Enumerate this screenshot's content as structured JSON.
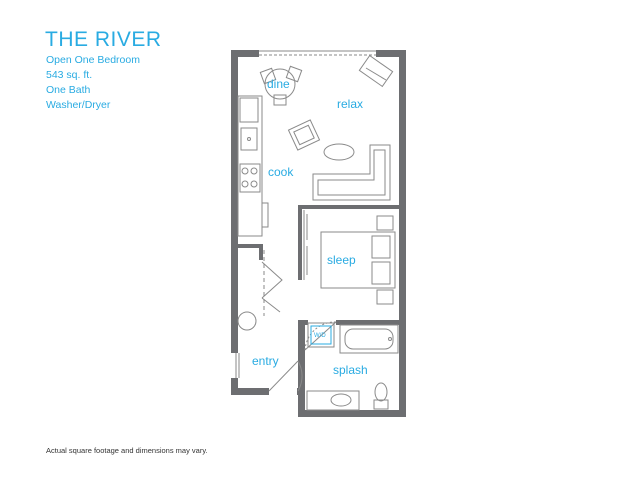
{
  "header": {
    "title": "THE RIVER",
    "details": [
      "Open One Bedroom",
      "543 sq. ft.",
      "One Bath",
      "Washer/Dryer"
    ]
  },
  "rooms": {
    "dine": "dine",
    "relax": "relax",
    "cook": "cook",
    "sleep": "sleep",
    "entry": "entry",
    "splash": "splash",
    "washer_dryer": "W/D"
  },
  "footer": {
    "disclaimer": "Actual square footage and dimensions may vary."
  },
  "colors": {
    "accent": "#29abe2",
    "wall": "#6d6e71",
    "fixture": "#8a8a8a"
  }
}
